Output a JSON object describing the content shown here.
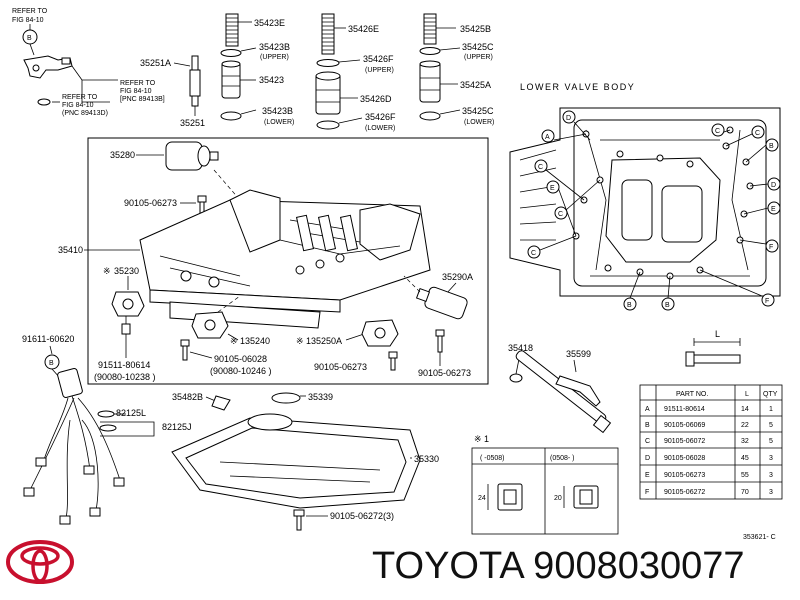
{
  "labels": {
    "refer_top": "REFER TO",
    "fig_top": "FIG 84-10",
    "b_top": "B",
    "refer_mid": "REFER TO",
    "fig_mid": "FIG 84-10",
    "pnc_mid": "[PNC 89413B]",
    "refer_lower": "REFER TO",
    "fig_lower": "FIG 84-10",
    "pnc_lower": "(PNC 89413D)",
    "p35423E": "35423E",
    "p35423B_up": "35423B",
    "upper1": "(UPPER)",
    "p35251A": "35251A",
    "p35423": "35423",
    "p35423B_lo": "35423B",
    "lower1": "(LOWER)",
    "p35251": "35251",
    "p35426E": "35426E",
    "p35426F_up": "35426F",
    "upper2": "(UPPER)",
    "p35426D": "35426D",
    "p35426F_lo": "35426F",
    "lower2": "(LOWER)",
    "p35425B": "35425B",
    "p35425C_up": "35425C",
    "upper3": "(UPPER)",
    "p35425A": "35425A",
    "p35425C_lo": "35425C",
    "lower3": "(LOWER)",
    "lower_valve_body": "LOWER VALVE BODY",
    "p35280": "35280",
    "p90105_06273a": "90105-06273",
    "p35410": "35410",
    "mark1": "※",
    "p35230": "35230",
    "p35290A": "35290A",
    "mark2": "※",
    "p135240": "135240",
    "mark3": "※",
    "p135250A": "135250A",
    "p91611": "91611-60620",
    "p91511": "91511-80614",
    "p90080_10238": "(90080-10238 )",
    "p90105_06028": "90105-06028",
    "p90080_10246": "(90080-10246 )",
    "p90105_06273b": "90105-06273",
    "p90105_06273c": "90105-06273",
    "p35418": "35418",
    "p35599": "35599",
    "b_mid": "B",
    "p35482B": "35482B",
    "p35339": "35339",
    "p82125L": "82125L",
    "p82125J": "82125J",
    "p35330": "35330",
    "p90105_06272": "90105-06272(3)",
    "note1": "※ 1",
    "range_a": "(     -0508)",
    "range_b": "(0508-          )",
    "dim_24": "24",
    "dim_20": "20",
    "dim_L": "L",
    "code": "353621- C"
  },
  "circles": [
    "A",
    "D",
    "C",
    "E",
    "C",
    "C",
    "B",
    "C",
    "C",
    "B",
    "D",
    "E",
    "F",
    "F",
    "B"
  ],
  "table": {
    "headers": [
      "",
      "PART NO.",
      "L",
      "QTY"
    ],
    "rows": [
      [
        "A",
        "91511-80614",
        "14",
        "1"
      ],
      [
        "B",
        "90105-06069",
        "22",
        "5"
      ],
      [
        "C",
        "90105-06072",
        "32",
        "5"
      ],
      [
        "D",
        "90105-06028",
        "45",
        "3"
      ],
      [
        "E",
        "90105-06273",
        "55",
        "3"
      ],
      [
        "F",
        "90105-06272",
        "70",
        "3"
      ]
    ]
  },
  "footer": {
    "brand_part": "TOYOTA 9008030077"
  }
}
